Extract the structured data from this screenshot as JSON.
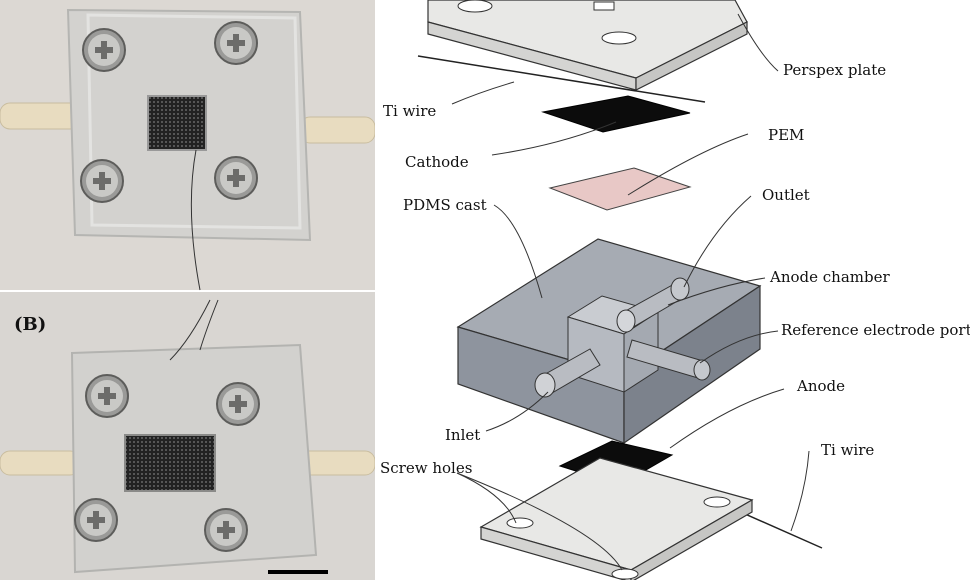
{
  "photo_b": {
    "panel_label": "(B)"
  },
  "diagram": {
    "labels": {
      "perspex_plate": "Perspex plate",
      "ti_wire_top": "Ti wire",
      "pem": "PEM",
      "cathode": "Cathode",
      "outlet": "Outlet",
      "pdms_cast": "PDMS cast",
      "anode_chamber": "Anode chamber",
      "reference_electrode_port": "Reference electrode port",
      "anode": "Anode",
      "inlet": "Inlet",
      "ti_wire_bottom": "Ti wire",
      "screw_holes": "Screw holes"
    }
  },
  "colors": {
    "photo_background": "#d9d6d2",
    "perspex": "#e6e6e4",
    "pem": "#e8c8c6",
    "pdms": "#9aa0a8",
    "electrode": "#0c0c0c",
    "tube": "#e8dcc0"
  }
}
